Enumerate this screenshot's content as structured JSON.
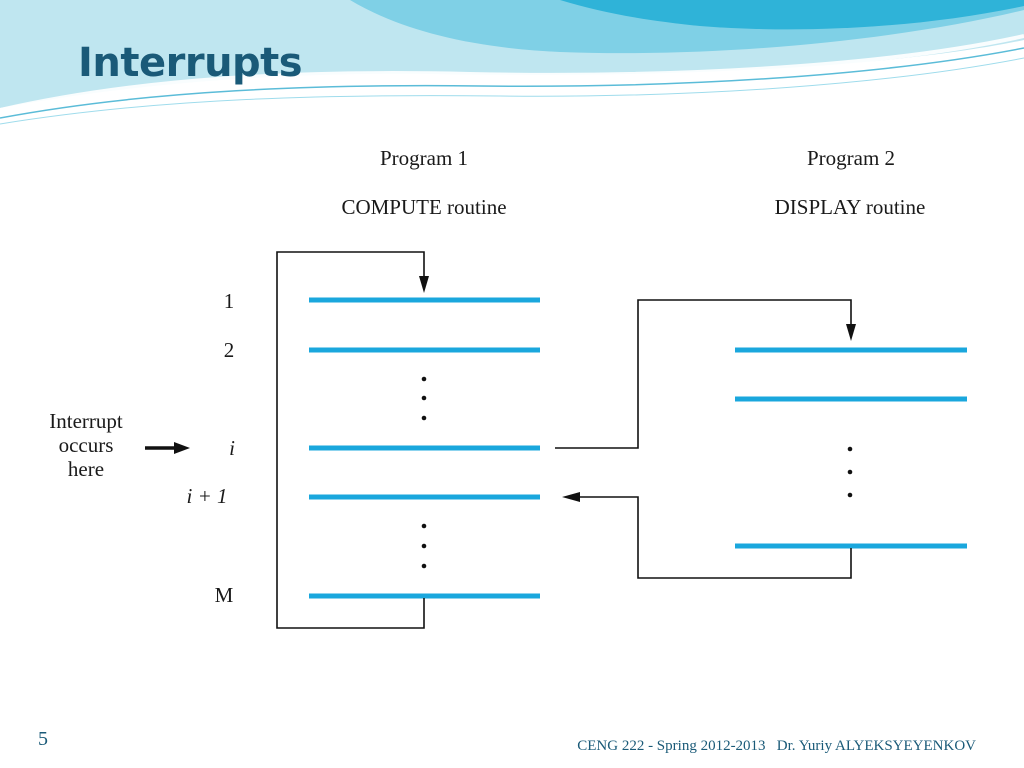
{
  "slide": {
    "title": "Interrupts",
    "number": "5",
    "footer": "CENG 222 - Spring 2012-2013   Dr. Yuriy ALYEKSYEYENKOV"
  },
  "diagram": {
    "program1": {
      "heading": "Program 1",
      "subheading": "COMPUTE routine"
    },
    "program2": {
      "heading": "Program 2",
      "subheading": "DISPLAY routine"
    },
    "row_labels": {
      "r1": "1",
      "r2": "2",
      "ri": "i",
      "ri1": "i + 1",
      "rm": "M"
    },
    "interrupt_note": [
      "Interrupt",
      "occurs",
      "here"
    ],
    "colors": {
      "instruction_line": "#1aa7dd",
      "flow_line": "#111111",
      "title": "#1a5a78"
    }
  }
}
